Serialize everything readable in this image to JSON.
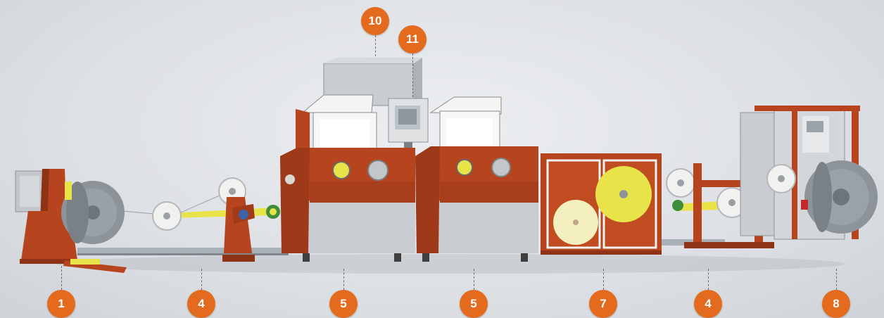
{
  "colors": {
    "badge": "#e46a1e",
    "machine_red": "#b5441f",
    "machine_gray": "#c9ccd0",
    "cabinet_gray": "#bfc2c6",
    "reel_gray": "#8d9499",
    "yellow": "#e9e34a",
    "cream": "#f4efbf"
  },
  "callouts": [
    {
      "label": "1",
      "part": "pay-off stand"
    },
    {
      "label": "4",
      "part": "guide rollers"
    },
    {
      "label": "5",
      "part": "machine unit"
    },
    {
      "label": "5",
      "part": "machine unit"
    },
    {
      "label": "7",
      "part": "reel cabinet"
    },
    {
      "label": "4",
      "part": "guide rollers"
    },
    {
      "label": "8",
      "part": "take-up"
    },
    {
      "label": "10",
      "part": "control cabinet"
    },
    {
      "label": "11",
      "part": "control panel"
    }
  ]
}
